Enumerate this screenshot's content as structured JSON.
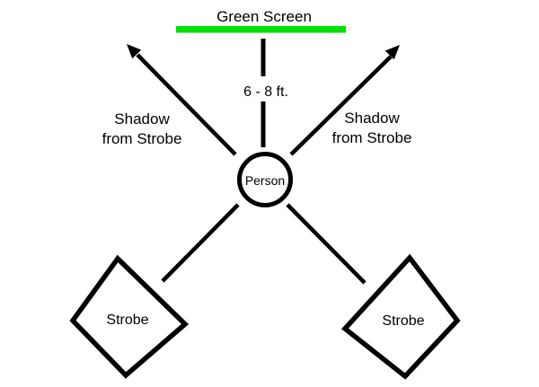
{
  "diagram": {
    "title": "Green Screen",
    "distance_label": "6 - 8 ft.",
    "person_label": "Person",
    "left_shadow_label": {
      "line1": "Shadow",
      "line2": "from Strobe"
    },
    "right_shadow_label": {
      "line1": "Shadow",
      "line2": "from Strobe"
    },
    "left_strobe_label": "Strobe",
    "right_strobe_label": "Strobe",
    "colors": {
      "green_screen_bar": "#00E000",
      "stroke": "#000000",
      "background": "#FFFFFF"
    }
  }
}
